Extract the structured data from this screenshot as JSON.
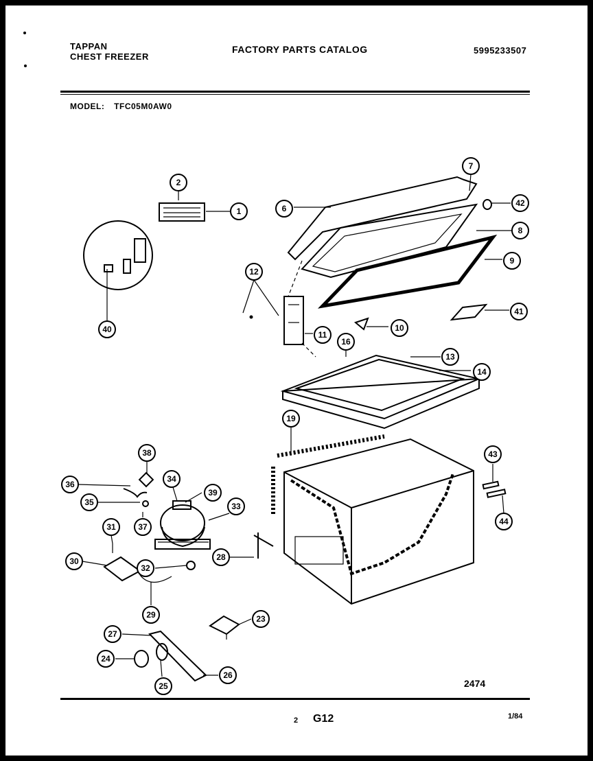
{
  "header": {
    "brand_line1": "TAPPAN",
    "brand_line2": "CHEST FREEZER",
    "title": "FACTORY PARTS CATALOG",
    "catalog_number": "5995233507",
    "model_label": "MODEL:",
    "model_value": "TFC05M0AW0"
  },
  "figure_number": "2474",
  "footer": {
    "page": "2",
    "code": "G12",
    "version": "1/84"
  },
  "callouts": [
    "1",
    "2",
    "6",
    "7",
    "8",
    "9",
    "10",
    "11",
    "12",
    "13",
    "14",
    "16",
    "19",
    "23",
    "24",
    "25",
    "26",
    "27",
    "28",
    "29",
    "30",
    "31",
    "32",
    "33",
    "34",
    "35",
    "36",
    "37",
    "38",
    "39",
    "40",
    "41",
    "42",
    "43",
    "44"
  ]
}
